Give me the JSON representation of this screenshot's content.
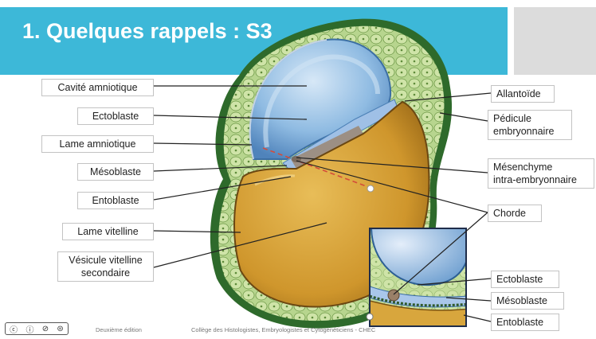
{
  "slide": {
    "title": "1. Quelques rappels : S3"
  },
  "labels_left": [
    {
      "id": "cavite-amniotique",
      "text": [
        "Cavité amniotique"
      ]
    },
    {
      "id": "ectoblaste",
      "text": [
        "Ectoblaste"
      ]
    },
    {
      "id": "lame-amniotique",
      "text": [
        "Lame amniotique"
      ]
    },
    {
      "id": "mesoblaste",
      "text": [
        "Mésoblaste"
      ]
    },
    {
      "id": "entoblaste",
      "text": [
        "Entoblaste"
      ]
    },
    {
      "id": "lame-vitelline",
      "text": [
        "Lame vitelline"
      ]
    },
    {
      "id": "vesicule-vitelline",
      "text": [
        "Vésicule vitelline",
        "secondaire"
      ]
    }
  ],
  "labels_right": [
    {
      "id": "allantoide",
      "text": [
        "Allantoïde"
      ]
    },
    {
      "id": "pedicule",
      "text": [
        "Pédicule",
        "embryonnaire"
      ]
    },
    {
      "id": "mesenchyme",
      "text": [
        "Mésenchyme",
        "intra-embryonnaire"
      ]
    },
    {
      "id": "chorde",
      "text": [
        "Chorde"
      ]
    },
    {
      "id": "ectoblaste-inset",
      "text": [
        "Ectoblaste"
      ]
    },
    {
      "id": "mesoblaste-inset",
      "text": [
        "Mésoblaste"
      ]
    },
    {
      "id": "entoblaste-inset",
      "text": [
        "Entoblaste"
      ]
    }
  ],
  "footer": {
    "license_icons": "cc-by-nc-nd-icons",
    "edition": "Deuxième édition",
    "college": "Collège des Histologistes, Embryologistes et Cytogénéticiens - CHEC"
  },
  "colors": {
    "title_bar": "#3db8d8",
    "amnion_blue": "#7fb1dc",
    "yolk_gold": "#d9a53a",
    "tissue_green": "#9ac070",
    "chorde_brown": "#9a8068"
  }
}
